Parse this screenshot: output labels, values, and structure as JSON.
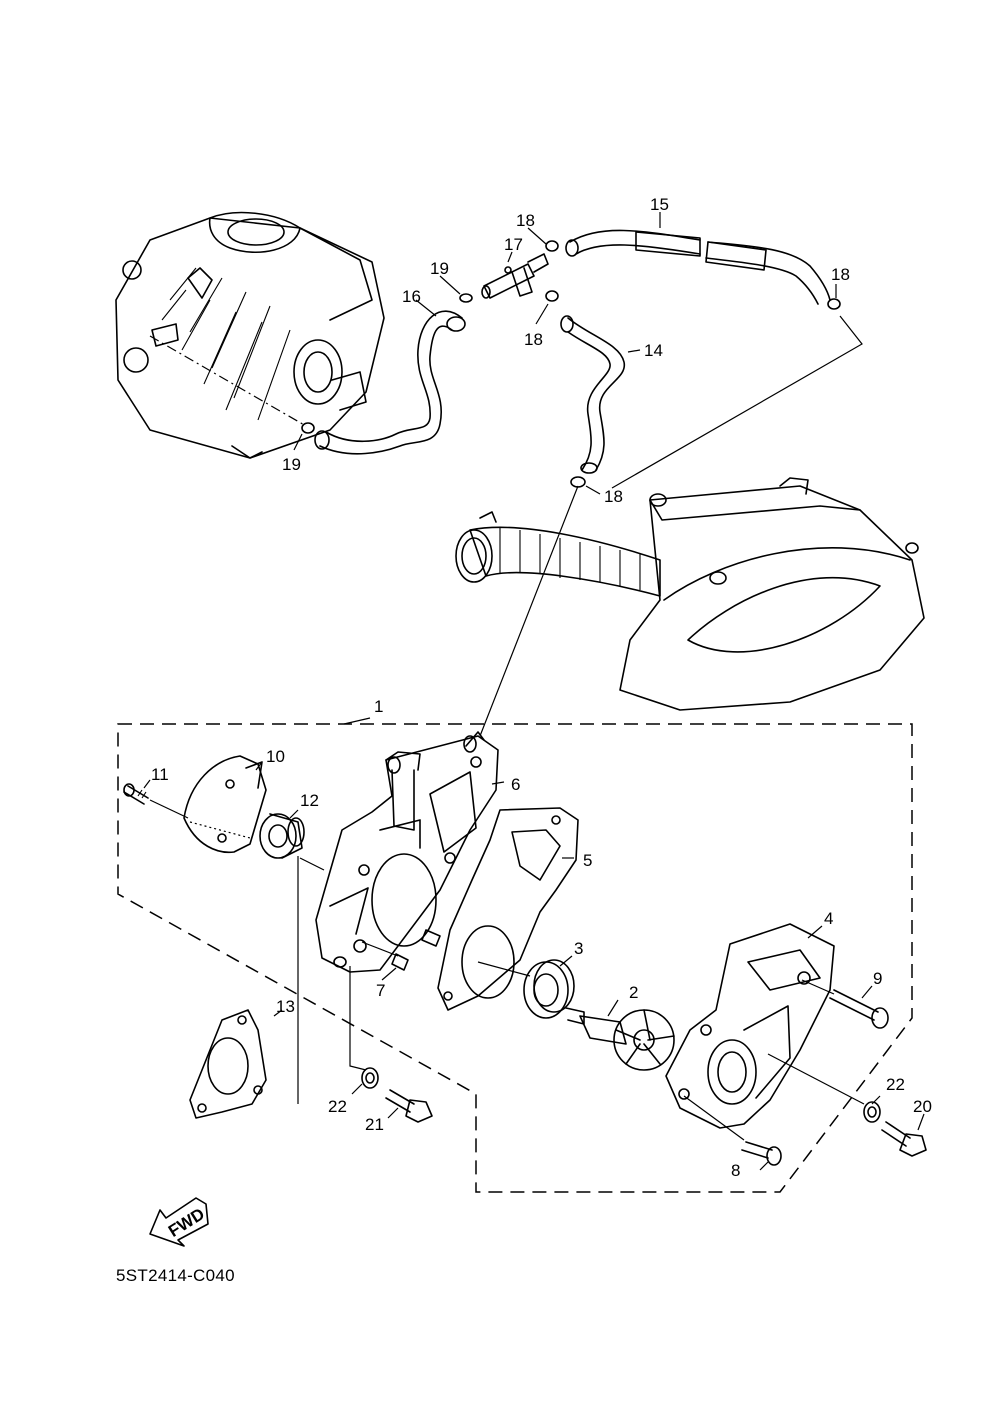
{
  "diagram_code": "5ST2414-C040",
  "fwd_arrow": {
    "label": "FWD",
    "icon": "fwd-arrow-icon"
  },
  "callouts": {
    "c1": "1",
    "c2": "2",
    "c3": "3",
    "c4": "4",
    "c5": "5",
    "c6": "6",
    "c7": "7",
    "c8": "8",
    "c9": "9",
    "c10": "10",
    "c11": "11",
    "c12": "12",
    "c13": "13",
    "c14": "14",
    "c15": "15",
    "c16": "16",
    "c17": "17",
    "c18a": "18",
    "c18b": "18",
    "c18c": "18",
    "c18d": "18",
    "c19a": "19",
    "c19b": "19",
    "c20": "20",
    "c21": "21",
    "c22a": "22",
    "c22b": "22"
  }
}
